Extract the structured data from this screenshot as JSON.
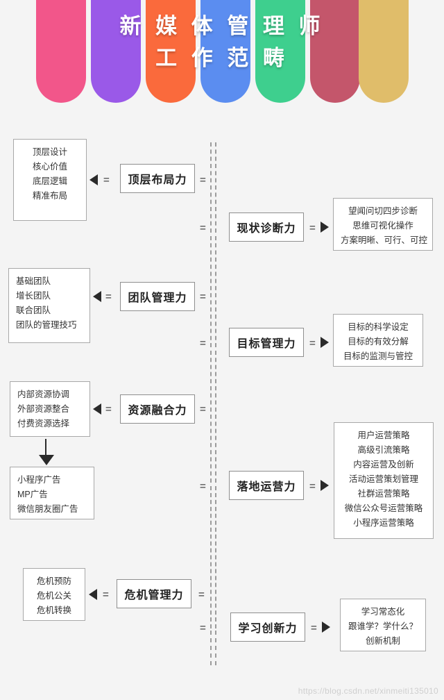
{
  "header": {
    "title_line1": "新 媒 体 管 理 师",
    "title_line2": "工 作 范 畴",
    "tube_colors": [
      "#f2568a",
      "#9a59e8",
      "#fa6a3c",
      "#5b8df0",
      "#3ecf8e",
      "#c4566b",
      "#e0bd6a"
    ]
  },
  "watermark": "https://blog.csdn.net/xinmeiti135010",
  "nodes": [
    {
      "id": "top-layout",
      "core": "顶层布局力",
      "side": "left",
      "details": [
        "顶层设计",
        "核心价值",
        "底层逻辑",
        "精准布局"
      ]
    },
    {
      "id": "status-diagnosis",
      "core": "现状诊断力",
      "side": "right",
      "details": [
        "望闻问切四步诊断",
        "思维可视化操作",
        "方案明晰、可行、可控"
      ]
    },
    {
      "id": "team-management",
      "core": "团队管理力",
      "side": "left",
      "details": [
        "基础团队",
        "增长团队",
        "联合团队",
        "团队的管理技巧"
      ]
    },
    {
      "id": "goal-management",
      "core": "目标管理力",
      "side": "right",
      "details": [
        "目标的科学设定",
        "目标的有效分解",
        "目标的监测与管控"
      ]
    },
    {
      "id": "resource-integration",
      "core": "资源融合力",
      "side": "left",
      "details": [
        "内部资源协调",
        "外部资源整合",
        "付费资源选择"
      ],
      "sub_details": [
        "小程序广告",
        "MP广告",
        "微信朋友圈广告"
      ]
    },
    {
      "id": "landing-operation",
      "core": "落地运营力",
      "side": "right",
      "details": [
        "用户运营策略",
        "高级引流策略",
        "内容运营及创新",
        "活动运营策划管理",
        "社群运营策略",
        "微信公众号运营策略",
        "小程序运营策略"
      ]
    },
    {
      "id": "crisis-management",
      "core": "危机管理力",
      "side": "left",
      "details": [
        "危机预防",
        "危机公关",
        "危机转换"
      ]
    },
    {
      "id": "learning-innovation",
      "core": "学习创新力",
      "side": "right",
      "details": [
        "学习常态化",
        "跟谁学？学什么？",
        "创新机制"
      ]
    }
  ],
  "symbols": {
    "equals": "=",
    "spine": "|"
  }
}
